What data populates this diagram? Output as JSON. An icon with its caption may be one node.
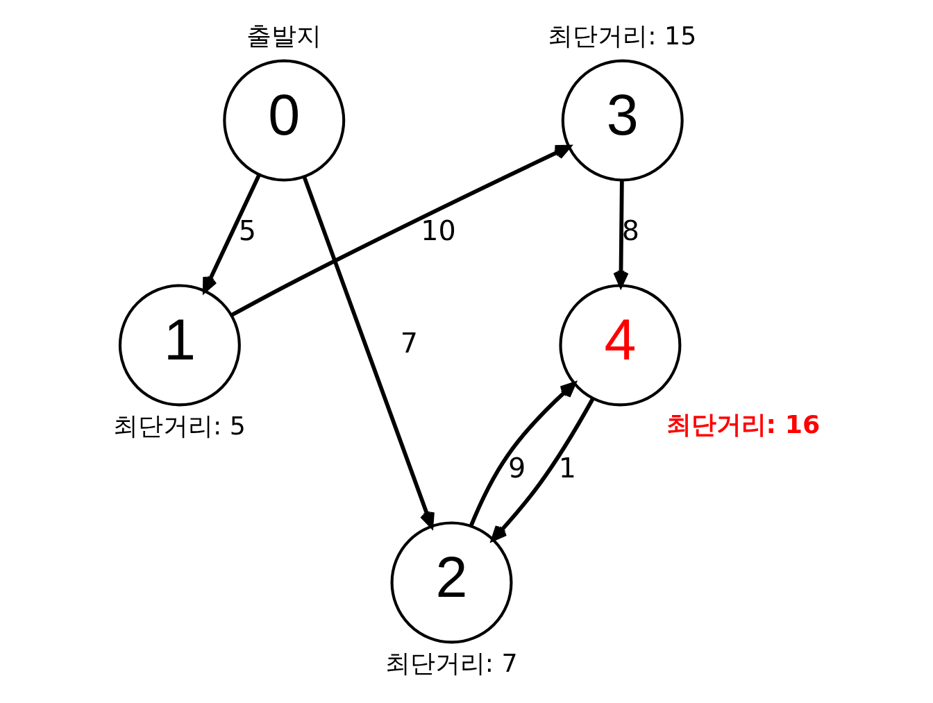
{
  "diagram": {
    "nodes": [
      {
        "text": [
          "0"
        ],
        "beside": [
          "출발지"
        ]
      },
      {
        "text": [
          "1"
        ],
        "beside": [
          "최단거리: 5"
        ]
      },
      {
        "text": [
          "2"
        ],
        "beside": [
          "최단거리: 7"
        ]
      },
      {
        "text": [
          "3"
        ],
        "beside": [
          "최단거리: 15"
        ]
      },
      {
        "text": [
          "4"
        ],
        "beside": [
          "최단거리: 16"
        ]
      }
    ],
    "edges": [
      {
        "from": 0,
        "to": 1,
        "arrow": "to",
        "label": "5"
      },
      {
        "from": 0,
        "to": 2,
        "arrow": "to",
        "label": "7"
      },
      {
        "from": 1,
        "to": 3,
        "arrow": "to",
        "label": "10"
      },
      {
        "from": 3,
        "to": 4,
        "arrow": "to",
        "label": "8"
      },
      {
        "from": 2,
        "to": 4,
        "arrow": "to",
        "label": "9"
      },
      {
        "from": 4,
        "to": 2,
        "arrow": "to",
        "label": "1"
      }
    ]
  }
}
